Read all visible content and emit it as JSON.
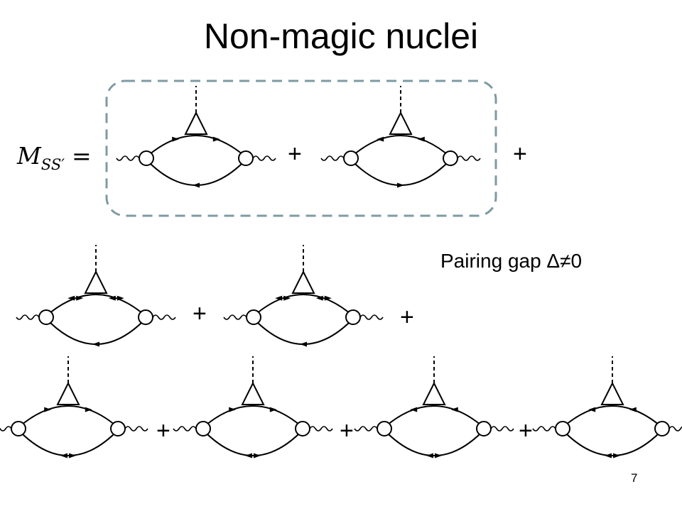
{
  "slide": {
    "title": "Non-magic nuclei",
    "page_number": "7"
  },
  "equation": {
    "symbol": "M",
    "subscript": "SS′",
    "equals": "="
  },
  "caption": "Pairing gap Δ≠0",
  "plus_sign": "+",
  "colors": {
    "line": "#000000",
    "box_border": "#7f9aa2"
  },
  "diagrams": [
    {
      "row": 1,
      "arrows_top": [
        "right",
        "right"
      ],
      "arrows_bottom": [
        "left"
      ]
    },
    {
      "row": 1,
      "arrows_top": [
        "left",
        "left"
      ],
      "arrows_bottom": [
        "right"
      ]
    },
    {
      "row": 2,
      "arrows_top": [
        "double",
        "double"
      ],
      "arrows_bottom": [
        "left"
      ]
    },
    {
      "row": 2,
      "arrows_top": [
        "double",
        "double"
      ],
      "arrows_bottom": [
        "left"
      ]
    },
    {
      "row": 3,
      "arrows_top": [
        "right",
        "right"
      ],
      "arrows_bottom": [
        "double"
      ]
    },
    {
      "row": 3,
      "arrows_top": [
        "right",
        "right"
      ],
      "arrows_bottom": [
        "double"
      ]
    },
    {
      "row": 3,
      "arrows_top": [
        "left",
        "left"
      ],
      "arrows_bottom": [
        "double"
      ]
    },
    {
      "row": 3,
      "arrows_top": [
        "left",
        "left"
      ],
      "arrows_bottom": [
        "double"
      ]
    }
  ]
}
